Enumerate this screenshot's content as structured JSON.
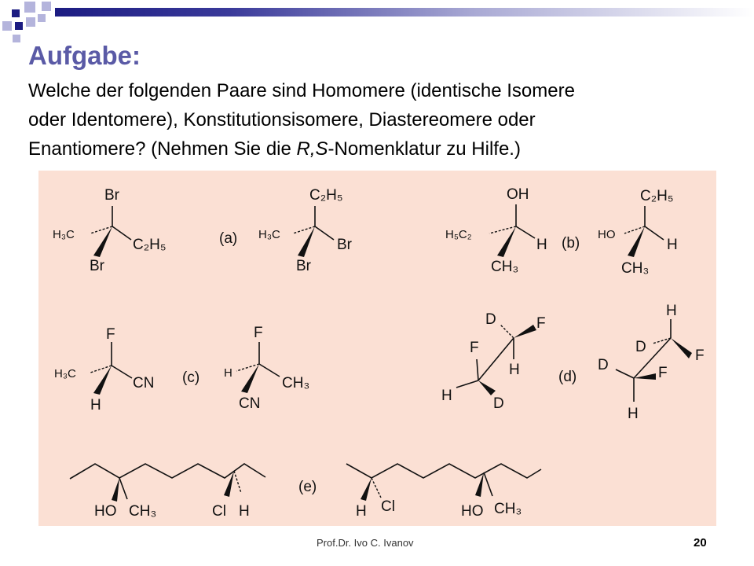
{
  "slide": {
    "title": "Aufgabe:",
    "question_lines": [
      "Welche der folgenden Paare sind Homomere (identische Isomere",
      "oder Identomere), Konstitutionsisomere, Diastereomere oder"
    ],
    "question_line3_pre": "Enantiomere? (Nehmen Sie die ",
    "question_line3_italic": "R,S",
    "question_line3_post": "-Nomenklatur zu Hilfe.)",
    "footer_author": "Prof.Dr. Ivo C. Ivanov",
    "page_number": "20"
  },
  "figure": {
    "background_color": "#fbe0d4",
    "labels": {
      "a": "(a)",
      "b": "(b)",
      "c": "(c)",
      "d": "(d)",
      "e": "(e)"
    },
    "atoms": {
      "a1_top": "Br",
      "a1_left": "H₃C",
      "a1_right": "C₂H₅",
      "a1_bottom": "Br",
      "a2_top": "C₂H₅",
      "a2_left": "H₃C",
      "a2_right": "Br",
      "a2_bottom": "Br",
      "b1_top": "OH",
      "b1_left": "H₅C₂",
      "b1_right": "H",
      "b1_bottom": "CH₃",
      "b2_top": "C₂H₅",
      "b2_left": "HO",
      "b2_right": "H",
      "b2_bottom": "CH₃",
      "c1_top": "F",
      "c1_left": "H₃C",
      "c1_right": "CN",
      "c1_bottom": "H",
      "c2_top": "F",
      "c2_left": "H",
      "c2_right": "CH₃",
      "c2_bottom": "CN",
      "d1_D_top": "D",
      "d1_F_top": "F",
      "d1_F_left": "F",
      "d1_H_mid": "H",
      "d1_H_bottom": "H",
      "d1_D_bottom": "D",
      "d2_H_top": "H",
      "d2_D_mid": "D",
      "d2_F_right": "F",
      "d2_D_left": "D",
      "d2_F_mid": "F",
      "d2_H_bottom": "H",
      "e1_HO": "HO",
      "e1_CH3": "CH₃",
      "e1_Cl": "Cl",
      "e1_H": "H",
      "e2_H": "H",
      "e2_Cl": "Cl",
      "e2_HO": "HO",
      "e2_CH3": "CH₃"
    }
  }
}
